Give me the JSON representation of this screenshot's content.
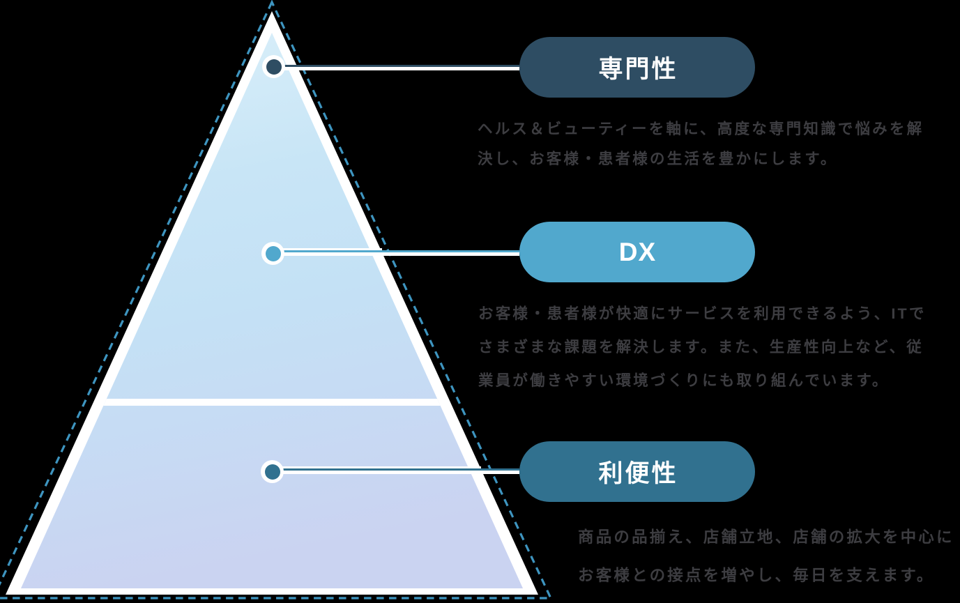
{
  "pyramid": {
    "border_color": "#3e95c0",
    "divider_color": "#ffffff",
    "gradient": {
      "top": "#dbf0fa",
      "upper_mid": "#c8e5f6",
      "mid": "#c4e1f5",
      "lower_mid": "#c6dcf4",
      "bottom": "#cad3f1"
    },
    "levels": 3
  },
  "text_color": "#3d3d41",
  "items": [
    {
      "id": "expertise",
      "label": "専門性",
      "pill_color": "#2e4d63",
      "description_lines": [
        "ヘルス＆ビューティーを軸に、高度な専門知識で悩みを解",
        "決し、お客様・患者様の生活を豊かにします。"
      ]
    },
    {
      "id": "dx",
      "label": "DX",
      "pill_color": "#51a8cd",
      "description_lines": [
        "お客様・患者様が快適にサービスを利用できるよう、ITで",
        "さまざまな課題を解決します。また、生産性向上など、従",
        "業員が働きやすい環境づくりにも取り組んでいます。"
      ]
    },
    {
      "id": "convenience",
      "label": "利便性",
      "pill_color": "#31718f",
      "description_lines": [
        "商品の品揃え、店舗立地、店舗の拡大を中心に",
        "お客様との接点を増やし、毎日を支えます。"
      ]
    }
  ]
}
